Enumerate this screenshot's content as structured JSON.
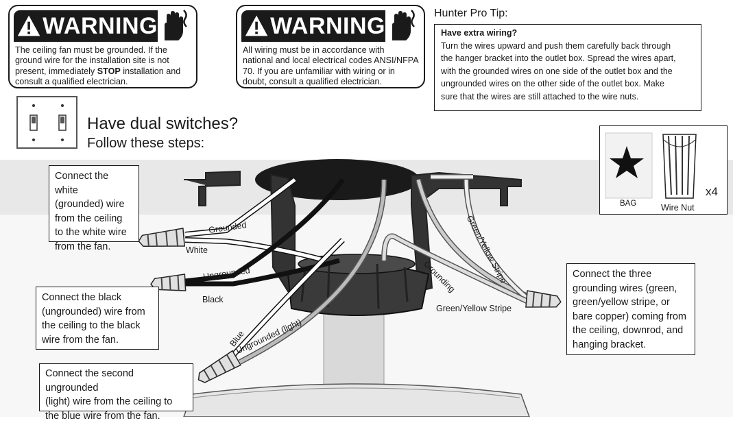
{
  "warnings": [
    {
      "title": "WARNING",
      "lines": [
        "The ceiling fan must be grounded. If the",
        "ground wire for the installation site is not",
        "present, immediately STOP installation and",
        "consult a qualified electrician."
      ]
    },
    {
      "title": "WARNING",
      "lines": [
        "All wiring must be in accordance with",
        "national and local electrical codes ANSI/NFPA",
        "70.  If you are unfamiliar with wiring or in",
        "doubt, consult a qualified electrician."
      ]
    }
  ],
  "tip": {
    "title": "Hunter Pro Tip:",
    "subtitle": "Have extra wiring?",
    "lines": [
      "Turn the wires upward and push them carefully back through",
      "the hanger bracket into the outlet box. Spread the wires apart,",
      "with the grounded wires on one side of the outlet box and the",
      "ungrounded wires on the other side of the outlet box. Make",
      "sure that the wires are still attached to the wire nuts."
    ]
  },
  "dual": {
    "line1": "Have dual switches?",
    "line2": "Follow these steps:"
  },
  "callouts": {
    "white": [
      "Connect the white",
      "(grounded) wire",
      "from the ceiling",
      "to the white wire",
      "from the fan."
    ],
    "black": [
      "Connect the black",
      "(ungrounded) wire from",
      "the ceiling to the black",
      "wire from the fan."
    ],
    "light": [
      "Connect the second ungrounded",
      "(light) wire from the ceiling to",
      "the blue wire from the fan."
    ],
    "ground": [
      "Connect the three",
      "grounding wires (green,",
      "green/yellow stripe, or",
      "bare copper) coming from",
      "the ceiling, downrod, and",
      "hanging bracket."
    ]
  },
  "wire_labels": {
    "grounded": "Grounded",
    "white": "White",
    "ungrounded": "Ungrounded",
    "black": "Black",
    "blue": "Blue",
    "ungrounded_light": "Ungrounded (light)",
    "grounding": "Grounding",
    "gy_stripe_vertical": "Green/Yellow Stripe",
    "gy_stripe": "Green/Yellow Stripe"
  },
  "parts": {
    "bag": "BAG",
    "nut": "Wire Nut",
    "qty": "x4"
  },
  "icons": [
    "warning-triangle-icon",
    "electric-hazard-hand-icon",
    "dual-switch-plate-icon",
    "star-icon",
    "wire-nut-icon"
  ]
}
